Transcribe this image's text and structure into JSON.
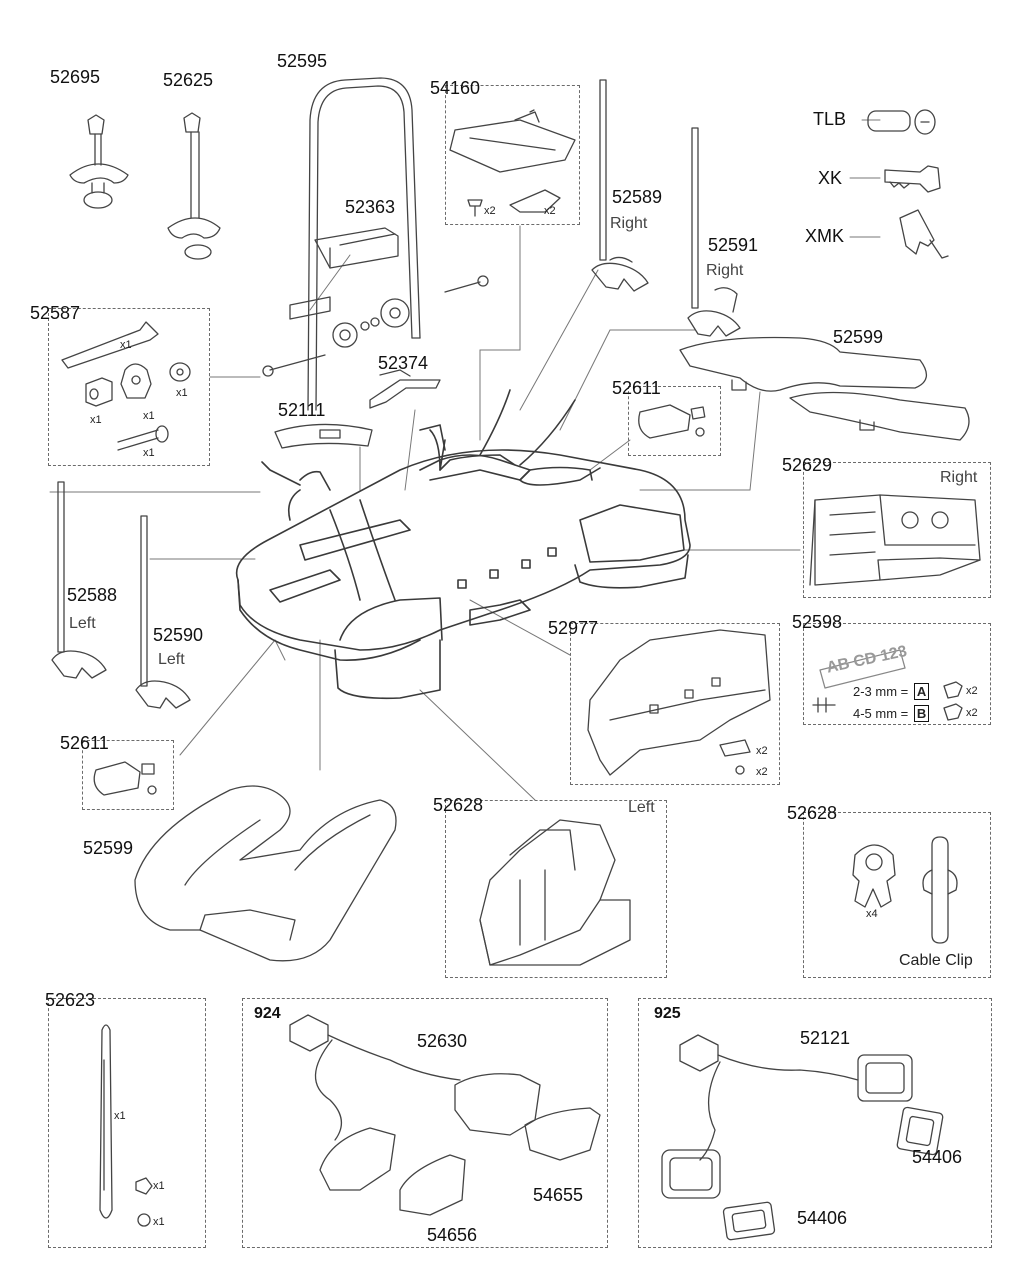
{
  "parts": {
    "p52695": "52695",
    "p52625": "52625",
    "p52595": "52595",
    "p54160": "54160",
    "p52363": "52363",
    "p52589": "52589",
    "p52591": "52591",
    "pTLB": "TLB",
    "pXK": "XK",
    "pXMK": "XMK",
    "p52587": "52587",
    "p52374": "52374",
    "p52599a": "52599",
    "p52111": "52111",
    "p52611a": "52611",
    "p52629": "52629",
    "p52588": "52588",
    "p52590": "52590",
    "p52977": "52977",
    "p52598": "52598",
    "p52611b": "52611",
    "p52599b": "52599",
    "p52628a": "52628",
    "p52628b": "52628",
    "p52623": "52623",
    "p924": "924",
    "p52630": "52630",
    "p54655": "54655",
    "p54656": "54656",
    "p925": "925",
    "p52121": "52121",
    "p54406a": "54406",
    "p54406b": "54406"
  },
  "sides": {
    "right_52589": "Right",
    "right_52591": "Right",
    "right_52629": "Right",
    "left_52588": "Left",
    "left_52590": "Left",
    "left_52628": "Left"
  },
  "quantities": {
    "x2_54160_screw": "x2",
    "x2_54160_plate": "x2",
    "x1_hexkey": "x1",
    "x1_spacer": "x1",
    "x1_knob": "x1",
    "x1_washer": "x1",
    "x1_bolt": "x1",
    "x2_52977_a": "x2",
    "x2_52977_b": "x2",
    "x4_clip": "x4",
    "x1_strap": "x1",
    "x1_nut": "x1",
    "x1_screw": "x1"
  },
  "plate": {
    "text": "AB CD 123",
    "row_a_range": "2-3 mm =",
    "row_a_letter": "A",
    "row_a_qty": "x2",
    "row_b_range": "4-5 mm =",
    "row_b_letter": "B",
    "row_b_qty": "x2"
  },
  "cable_clip_label": "Cable Clip"
}
